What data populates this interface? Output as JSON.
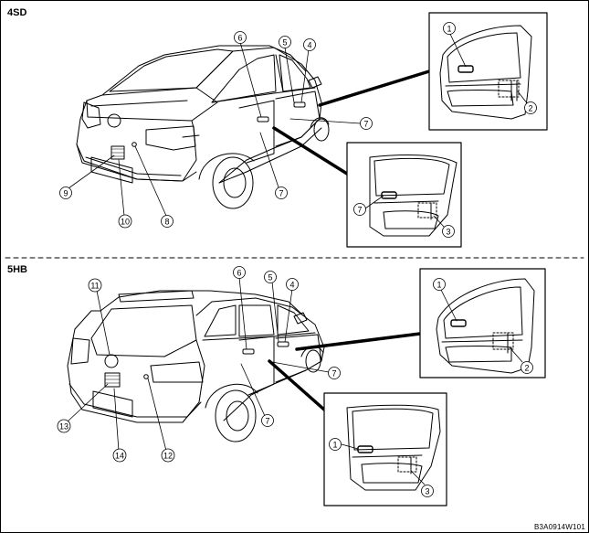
{
  "sections": {
    "sedan": {
      "label": "4SD"
    },
    "hatchback": {
      "label": "5HB"
    }
  },
  "figure_code": "B3A0914W101",
  "callouts": {
    "sedan": [
      "1",
      "2",
      "3",
      "4",
      "5",
      "6",
      "7",
      "7",
      "7",
      "8",
      "9",
      "10"
    ],
    "hatchback": [
      "1",
      "2",
      "3",
      "4",
      "5",
      "6",
      "7",
      "7",
      "11",
      "12",
      "13",
      "14"
    ]
  }
}
